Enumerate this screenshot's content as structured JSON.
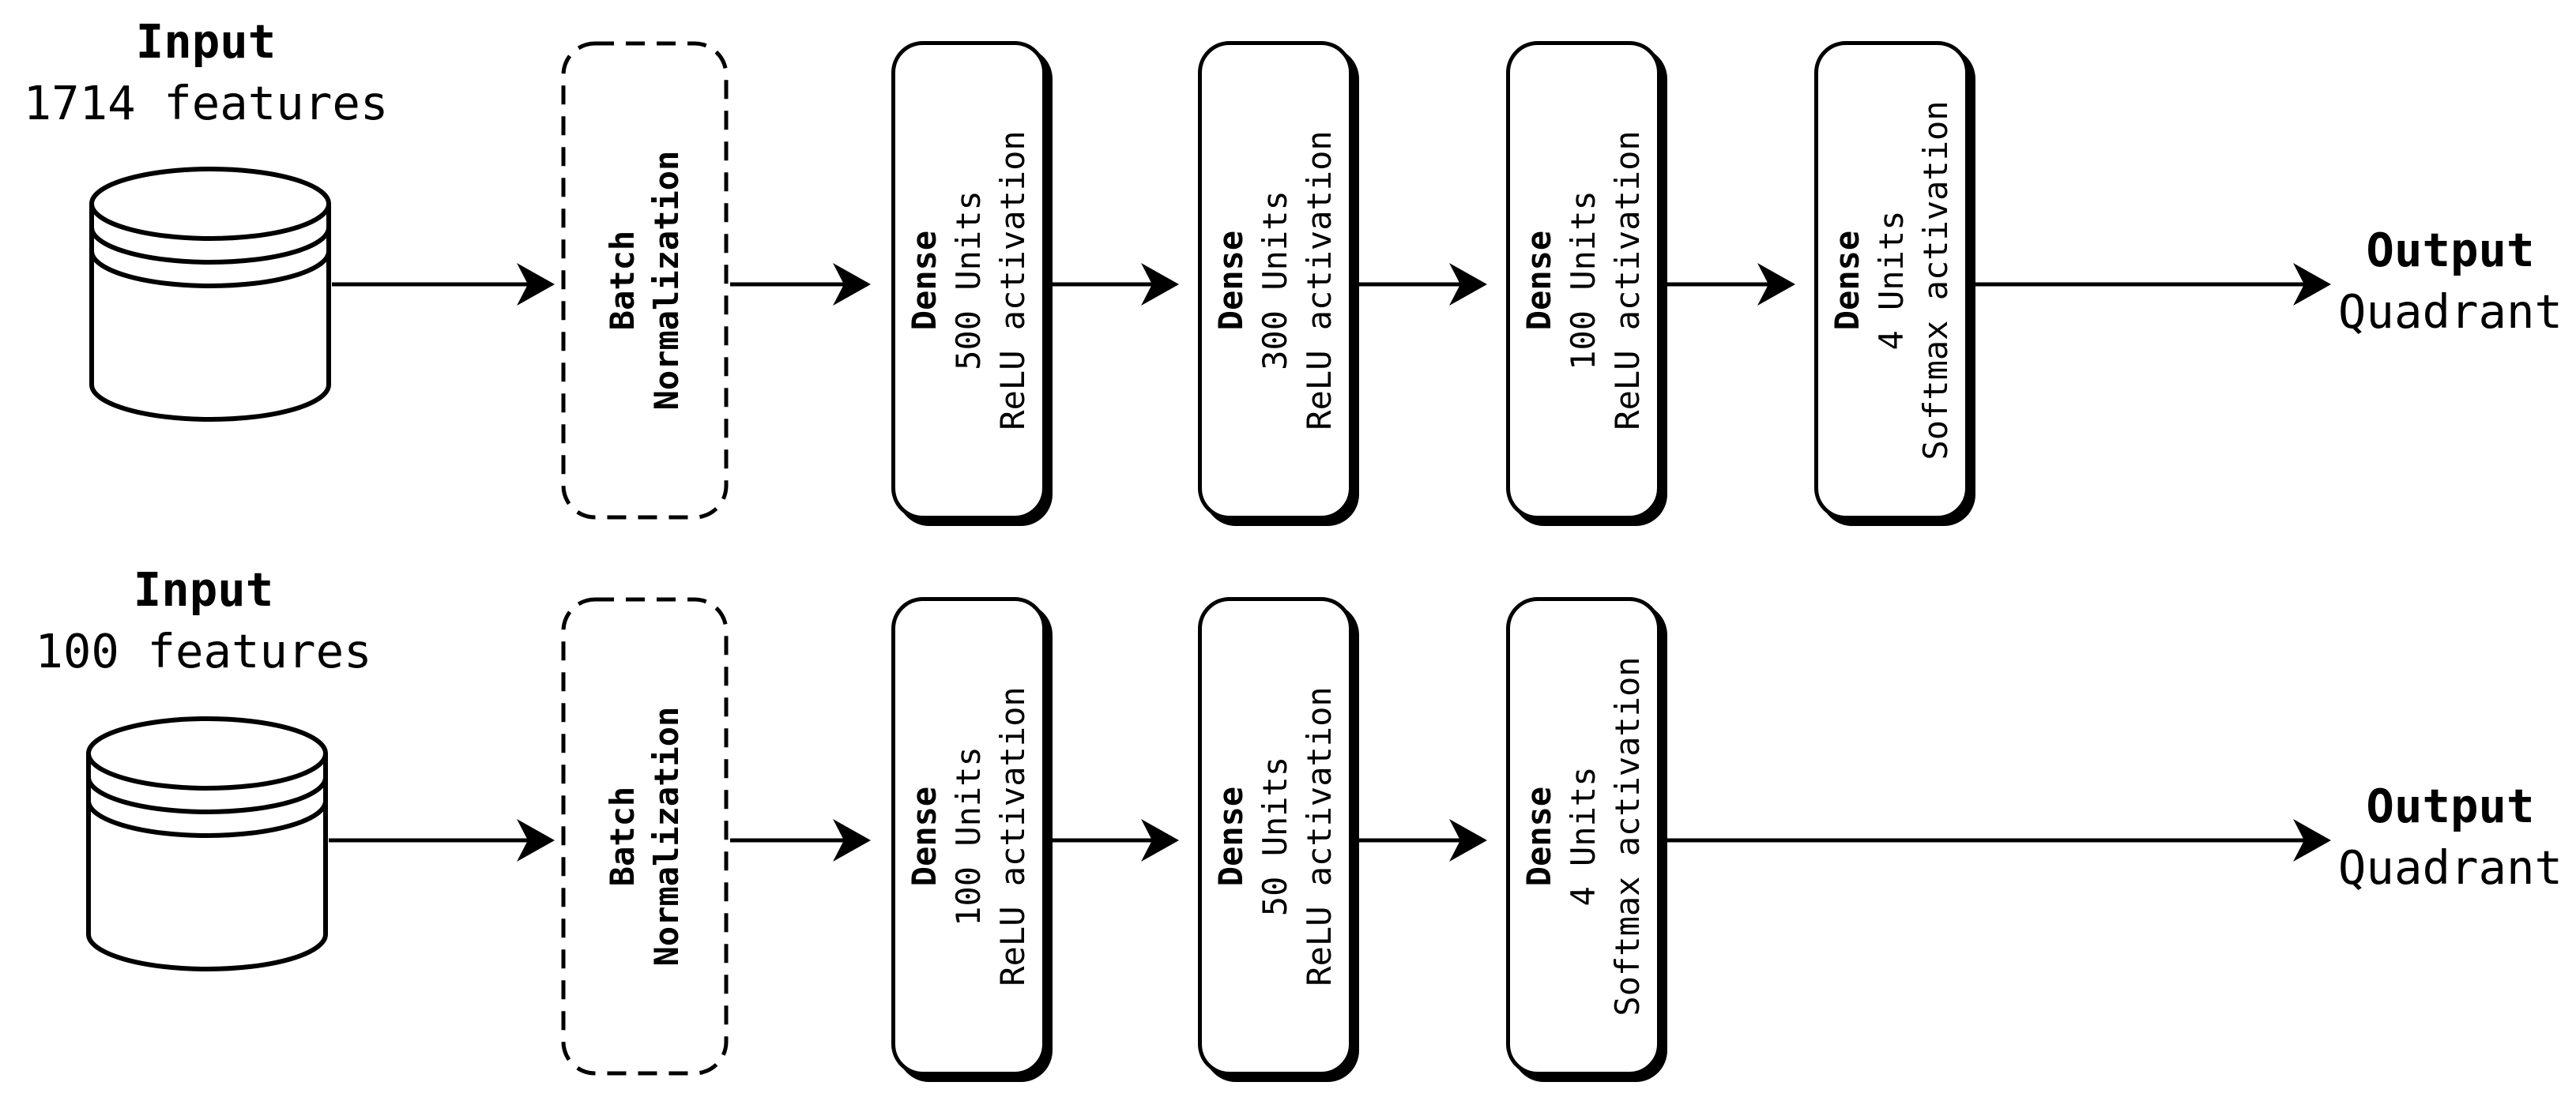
{
  "colors": {
    "ink": "#000000",
    "paper": "#ffffff"
  },
  "icons": {
    "input": "database-cylinder"
  },
  "rows": [
    {
      "input": {
        "title": "Input",
        "subtitle": "1714 features"
      },
      "batch_norm": {
        "title": "Batch",
        "subtitle": "Normalization"
      },
      "dense": [
        {
          "title": "Dense",
          "units": "500 Units",
          "activation": "ReLU activation"
        },
        {
          "title": "Dense",
          "units": "300 Units",
          "activation": "ReLU activation"
        },
        {
          "title": "Dense",
          "units": "100 Units",
          "activation": "ReLU activation"
        },
        {
          "title": "Dense",
          "units": "4 Units",
          "activation": "Softmax activation"
        }
      ],
      "output": {
        "title": "Output",
        "subtitle": "Quadrant"
      }
    },
    {
      "input": {
        "title": "Input",
        "subtitle": "100 features"
      },
      "batch_norm": {
        "title": "Batch",
        "subtitle": "Normalization"
      },
      "dense": [
        {
          "title": "Dense",
          "units": "100 Units",
          "activation": "ReLU activation"
        },
        {
          "title": "Dense",
          "units": "50 Units",
          "activation": "ReLU activation"
        },
        {
          "title": "Dense",
          "units": "4 Units",
          "activation": "Softmax activation"
        }
      ],
      "output": {
        "title": "Output",
        "subtitle": "Quadrant"
      }
    }
  ]
}
